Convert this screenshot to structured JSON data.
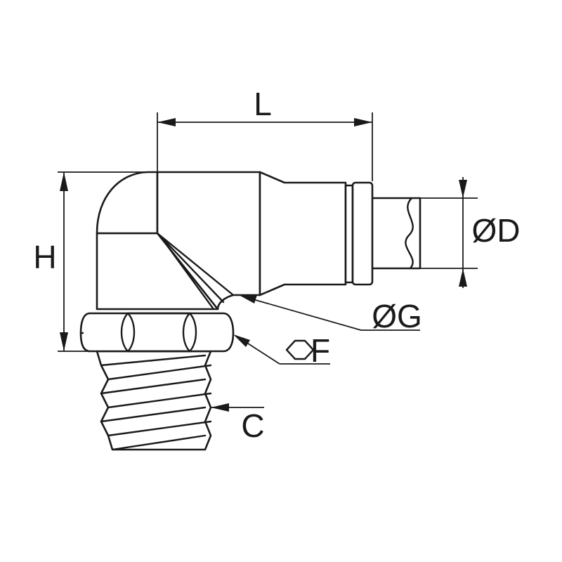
{
  "labels": {
    "length": "L",
    "height": "H",
    "tube_diameter": "ØD",
    "body_diameter": "ØG",
    "hex_size": "F",
    "thread": "C"
  }
}
